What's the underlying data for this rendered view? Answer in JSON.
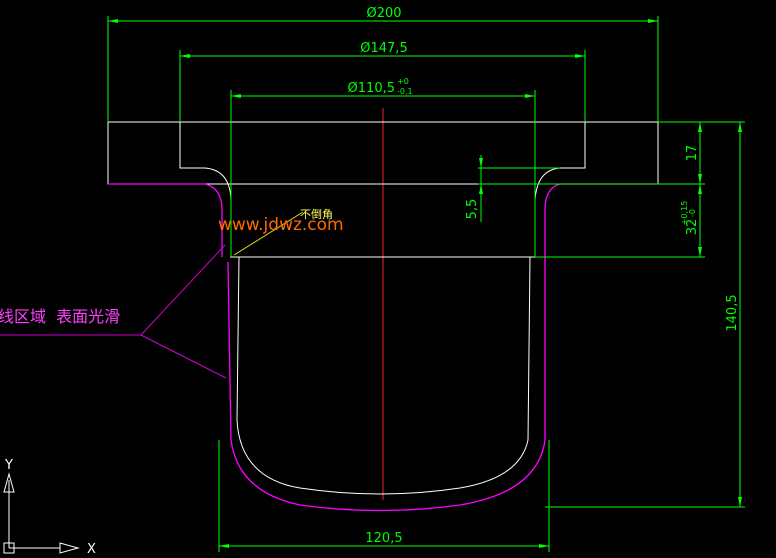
{
  "drawing": {
    "dimensions": {
      "outer_diameter": "Ø200",
      "middle_diameter": "Ø147,5",
      "inner_diameter": "Ø110,5",
      "inner_tol_upper": "+0",
      "inner_tol_lower": "-0,1",
      "flange_height": "17",
      "recess_depth": "5,5",
      "step_height": "32",
      "step_tol_upper": "+0,15",
      "step_tol_lower": "-0",
      "total_height": "140,5",
      "bottom_width": "120,5"
    },
    "annotations": {
      "no_chamfer": "不倒角",
      "watermark": "www.jdwz.com",
      "surface_note": "线区域  表面光滑"
    },
    "axes": {
      "x_label": "X",
      "y_label": "Y"
    },
    "colors": {
      "background": "#000000",
      "outline": "#FFFFFF",
      "dimension": "#00FF00",
      "center_line": "#FF2020",
      "inner_profile": "#FF00FF",
      "leader": "#D000D0",
      "watermark": "#FF6A00",
      "note": "#FFFF00"
    }
  }
}
